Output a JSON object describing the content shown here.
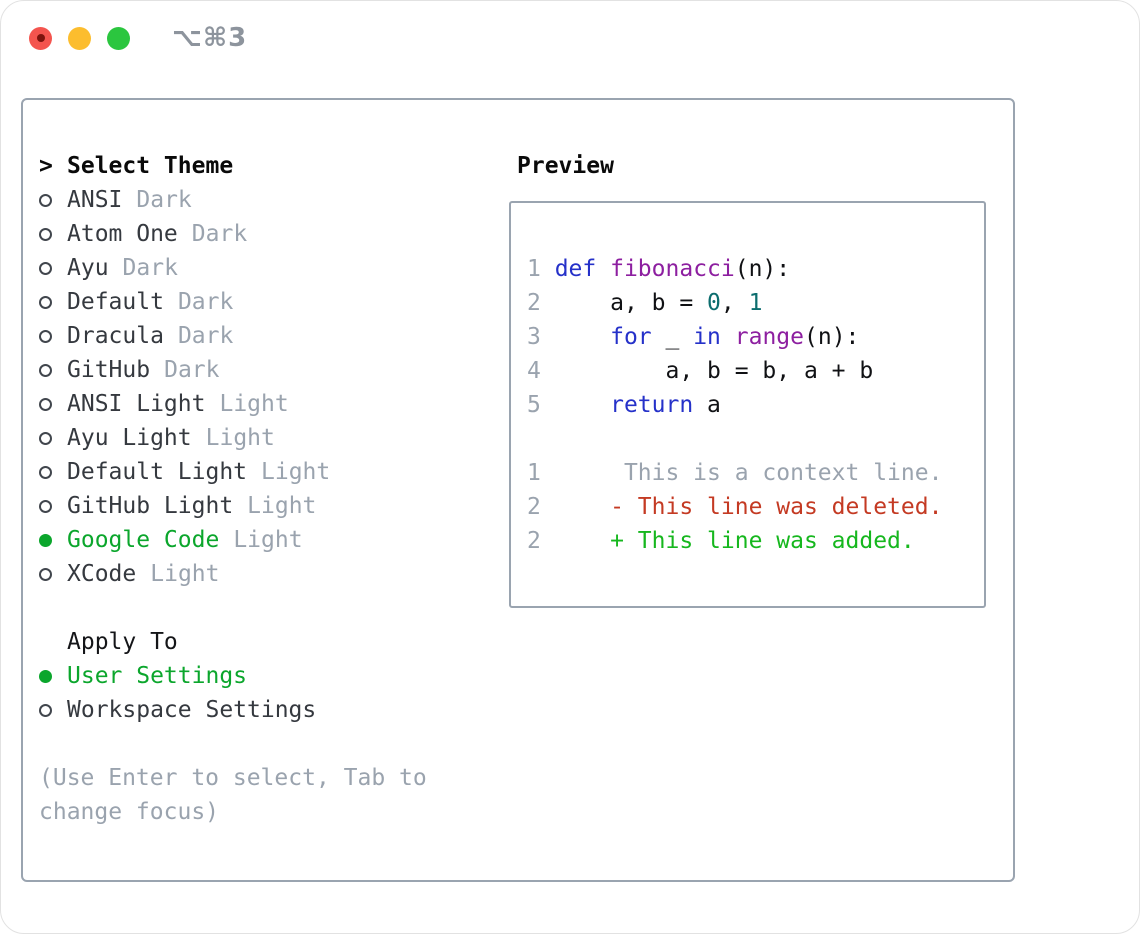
{
  "titlebar": {
    "shortcut": "⌥⌘3"
  },
  "theme_list": {
    "focus_prefix": ">",
    "header": "Select Theme",
    "items": [
      {
        "name": "ANSI",
        "variant": "Dark",
        "selected": false
      },
      {
        "name": "Atom One",
        "variant": "Dark",
        "selected": false
      },
      {
        "name": "Ayu",
        "variant": "Dark",
        "selected": false
      },
      {
        "name": "Default",
        "variant": "Dark",
        "selected": false
      },
      {
        "name": "Dracula",
        "variant": "Dark",
        "selected": false
      },
      {
        "name": "GitHub",
        "variant": "Dark",
        "selected": false
      },
      {
        "name": "ANSI Light",
        "variant": "Light",
        "selected": false
      },
      {
        "name": "Ayu Light",
        "variant": "Light",
        "selected": false
      },
      {
        "name": "Default Light",
        "variant": "Light",
        "selected": false
      },
      {
        "name": "GitHub Light",
        "variant": "Light",
        "selected": false
      },
      {
        "name": "Google Code",
        "variant": "Light",
        "selected": true
      },
      {
        "name": "XCode",
        "variant": "Light",
        "selected": false
      }
    ]
  },
  "apply_to": {
    "header": "Apply To",
    "items": [
      {
        "name": "User Settings",
        "selected": true
      },
      {
        "name": "Workspace Settings",
        "selected": false
      }
    ]
  },
  "help_text": "(Use Enter to select, Tab to change focus)",
  "preview": {
    "heading": "Preview",
    "code_lines": [
      {
        "num": "1",
        "tokens": [
          [
            "kw",
            "def"
          ],
          [
            "plain",
            " "
          ],
          [
            "fn",
            "fibonacci"
          ],
          [
            "plain",
            "(n):"
          ]
        ]
      },
      {
        "num": "2",
        "tokens": [
          [
            "plain",
            "    a, b = "
          ],
          [
            "lit",
            "0"
          ],
          [
            "plain",
            ", "
          ],
          [
            "lit",
            "1"
          ]
        ]
      },
      {
        "num": "3",
        "tokens": [
          [
            "plain",
            "    "
          ],
          [
            "kw",
            "for"
          ],
          [
            "plain",
            " _ "
          ],
          [
            "kw",
            "in"
          ],
          [
            "plain",
            " "
          ],
          [
            "fn",
            "range"
          ],
          [
            "plain",
            "(n):"
          ]
        ]
      },
      {
        "num": "4",
        "tokens": [
          [
            "plain",
            "        a, b = b, a + b"
          ]
        ]
      },
      {
        "num": "5",
        "tokens": [
          [
            "plain",
            "    "
          ],
          [
            "kw",
            "return"
          ],
          [
            "plain",
            " a"
          ]
        ]
      },
      {
        "num": "",
        "tokens": []
      },
      {
        "num": "1",
        "tokens": [
          [
            "ctx",
            "     This is a context line."
          ]
        ]
      },
      {
        "num": "2",
        "tokens": [
          [
            "del",
            "    - This line was deleted."
          ]
        ]
      },
      {
        "num": "2",
        "tokens": [
          [
            "add",
            "    + This line was added."
          ]
        ]
      }
    ]
  },
  "colors": {
    "accent-green": "#0ba62c",
    "muted-gray": "#9aa3ae",
    "text-dark": "#35393f",
    "panel-border": "#9aa4b0",
    "kw": "#2531c9",
    "fn": "#8d1fa0",
    "lit": "#0c6d6e",
    "plain": "#101114",
    "ctx": "#9aa3ae",
    "del": "#c43a23",
    "add": "#16b71e",
    "traffic-red": "#f4544e",
    "traffic-yellow": "#fcbd2e",
    "traffic-green": "#2bc63f"
  }
}
